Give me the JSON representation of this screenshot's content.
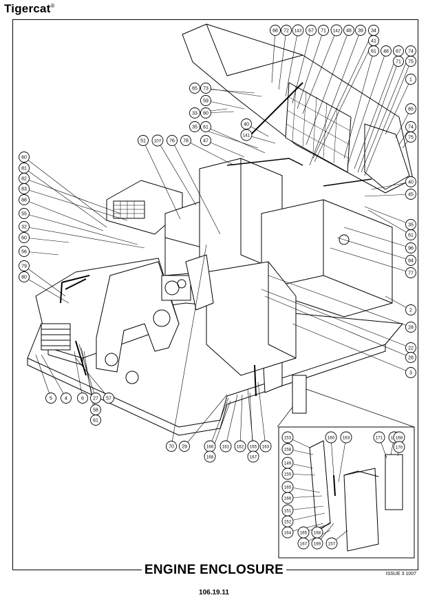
{
  "header": {
    "brand": "Tigercat",
    "registered_mark": "®"
  },
  "diagram": {
    "callouts": [
      {
        "id": "c-68",
        "label": "68"
      },
      {
        "id": "c-72",
        "label": "72"
      },
      {
        "id": "c-143",
        "label": "143"
      },
      {
        "id": "c-67a",
        "label": "67"
      },
      {
        "id": "c-71a",
        "label": "71"
      },
      {
        "id": "c-142",
        "label": "142"
      },
      {
        "id": "c-48a",
        "label": "48"
      },
      {
        "id": "c-34",
        "label": "34"
      },
      {
        "id": "c-41",
        "label": "41"
      },
      {
        "id": "c-39",
        "label": "39"
      },
      {
        "id": "c-61a",
        "label": "61"
      },
      {
        "id": "c-48b",
        "label": "48"
      },
      {
        "id": "c-67b",
        "label": "67"
      },
      {
        "id": "c-74a",
        "label": "74"
      },
      {
        "id": "c-75a",
        "label": "75"
      },
      {
        "id": "c-71b",
        "label": "71"
      },
      {
        "id": "c-1",
        "label": "1"
      },
      {
        "id": "c-65a",
        "label": "65"
      },
      {
        "id": "c-74b",
        "label": "74"
      },
      {
        "id": "c-75b",
        "label": "75"
      },
      {
        "id": "c-65b",
        "label": "65"
      },
      {
        "id": "c-73",
        "label": "73"
      },
      {
        "id": "c-59",
        "label": "59"
      },
      {
        "id": "c-33",
        "label": "33"
      },
      {
        "id": "c-60a",
        "label": "60"
      },
      {
        "id": "c-40a",
        "label": "40"
      },
      {
        "id": "c-35a",
        "label": "35"
      },
      {
        "id": "c-61b",
        "label": "61"
      },
      {
        "id": "c-141",
        "label": "141"
      },
      {
        "id": "c-51",
        "label": "51"
      },
      {
        "id": "c-107",
        "label": "107"
      },
      {
        "id": "c-76",
        "label": "76"
      },
      {
        "id": "c-78",
        "label": "78"
      },
      {
        "id": "c-47",
        "label": "47"
      },
      {
        "id": "c-60b",
        "label": "60"
      },
      {
        "id": "c-81",
        "label": "81"
      },
      {
        "id": "c-82",
        "label": "82"
      },
      {
        "id": "c-83",
        "label": "83"
      },
      {
        "id": "c-88",
        "label": "88"
      },
      {
        "id": "c-55",
        "label": "55"
      },
      {
        "id": "c-32",
        "label": "32"
      },
      {
        "id": "c-60c",
        "label": "60"
      },
      {
        "id": "c-56",
        "label": "56"
      },
      {
        "id": "c-79",
        "label": "79"
      },
      {
        "id": "c-80",
        "label": "80"
      },
      {
        "id": "c-40b",
        "label": "40"
      },
      {
        "id": "c-45",
        "label": "45"
      },
      {
        "id": "c-35b",
        "label": "35"
      },
      {
        "id": "c-61c",
        "label": "61"
      },
      {
        "id": "c-96",
        "label": "96"
      },
      {
        "id": "c-84",
        "label": "84"
      },
      {
        "id": "c-77",
        "label": "77"
      },
      {
        "id": "c-2",
        "label": "2"
      },
      {
        "id": "c-28a",
        "label": "28"
      },
      {
        "id": "c-22",
        "label": "22"
      },
      {
        "id": "c-28b",
        "label": "28"
      },
      {
        "id": "c-3",
        "label": "3"
      },
      {
        "id": "c-5",
        "label": "5"
      },
      {
        "id": "c-4",
        "label": "4"
      },
      {
        "id": "c-6",
        "label": "6"
      },
      {
        "id": "c-27",
        "label": "27"
      },
      {
        "id": "c-58",
        "label": "58"
      },
      {
        "id": "c-61d",
        "label": "61"
      },
      {
        "id": "c-57",
        "label": "57"
      },
      {
        "id": "c-70",
        "label": "70"
      },
      {
        "id": "c-29",
        "label": "29"
      },
      {
        "id": "c-166a",
        "label": "166"
      },
      {
        "id": "c-168a",
        "label": "168"
      },
      {
        "id": "c-161",
        "label": "161"
      },
      {
        "id": "c-162",
        "label": "162"
      },
      {
        "id": "c-165a",
        "label": "165"
      },
      {
        "id": "c-167a",
        "label": "167"
      },
      {
        "id": "c-163a",
        "label": "163"
      },
      {
        "id": "c-153",
        "label": "153"
      },
      {
        "id": "c-158",
        "label": "158"
      },
      {
        "id": "c-149",
        "label": "149"
      },
      {
        "id": "c-150",
        "label": "150"
      },
      {
        "id": "c-160",
        "label": "160"
      },
      {
        "id": "c-163b",
        "label": "163"
      },
      {
        "id": "c-171",
        "label": "171"
      },
      {
        "id": "c-159",
        "label": "159"
      },
      {
        "id": "c-168b",
        "label": "168"
      },
      {
        "id": "c-170",
        "label": "170"
      },
      {
        "id": "c-165b",
        "label": "165"
      },
      {
        "id": "c-166b",
        "label": "166"
      },
      {
        "id": "c-151",
        "label": "151"
      },
      {
        "id": "c-152",
        "label": "152"
      },
      {
        "id": "c-164",
        "label": "164"
      },
      {
        "id": "c-165c",
        "label": "165"
      },
      {
        "id": "c-168c",
        "label": "168"
      },
      {
        "id": "c-167b",
        "label": "167"
      },
      {
        "id": "c-169",
        "label": "169"
      },
      {
        "id": "c-157",
        "label": "157"
      }
    ]
  },
  "footer": {
    "title": "ENGINE ENCLOSURE",
    "issue": "ISSUE 3 1007",
    "page_number": "106.19.11"
  }
}
